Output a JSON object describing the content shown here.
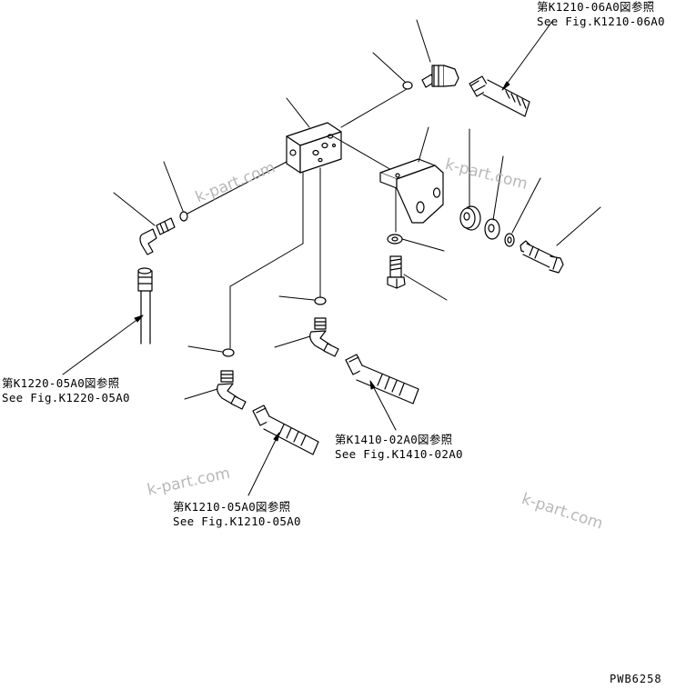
{
  "references": {
    "k1210_06a0": {
      "jp": "第K1210-06A0図参照",
      "en": "See Fig.K1210-06A0"
    },
    "k1220_05a0": {
      "jp": "第K1220-05A0図参照",
      "en": "See Fig.K1220-05A0"
    },
    "k1410_02a0": {
      "jp": "第K1410-02A0図参照",
      "en": "See Fig.K1410-02A0"
    },
    "k1210_05a0": {
      "jp": "第K1210-05A0図参照",
      "en": "See Fig.K1210-05A0"
    }
  },
  "watermarks": [
    "k-part.com",
    "k-part.com",
    "k-part.com",
    "k-part.com"
  ],
  "drawing_code": "PWB6258",
  "colors": {
    "line": "#000000",
    "watermark": "#b8b8b8",
    "background": "#ffffff"
  }
}
